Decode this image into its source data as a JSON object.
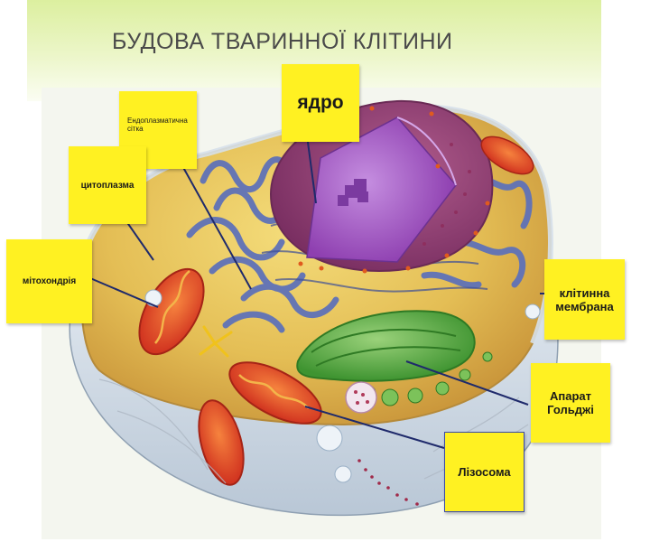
{
  "slide": {
    "title": "БУДОВА ТВАРИННОЇ КЛІТИНИ"
  },
  "labels": {
    "nucleus": "ядро",
    "er": "Ендоплазматична сітка",
    "cytoplasm": "цитоплазма",
    "mitochondria": "мітохондрія",
    "membrane": "клітинна мембрана",
    "golgi": "Апарат Гольджі",
    "lysosome": "Лізосома"
  },
  "colors": {
    "note": "#fff122",
    "leader_line": "#1f2a6b",
    "nucleus": "#a25cc4",
    "er": "#5f72b8",
    "cytoplasm": "#e2c25a",
    "mitochondria": "#e8502e",
    "golgi": "#5fb043",
    "membrane": "#c9d6e2"
  }
}
